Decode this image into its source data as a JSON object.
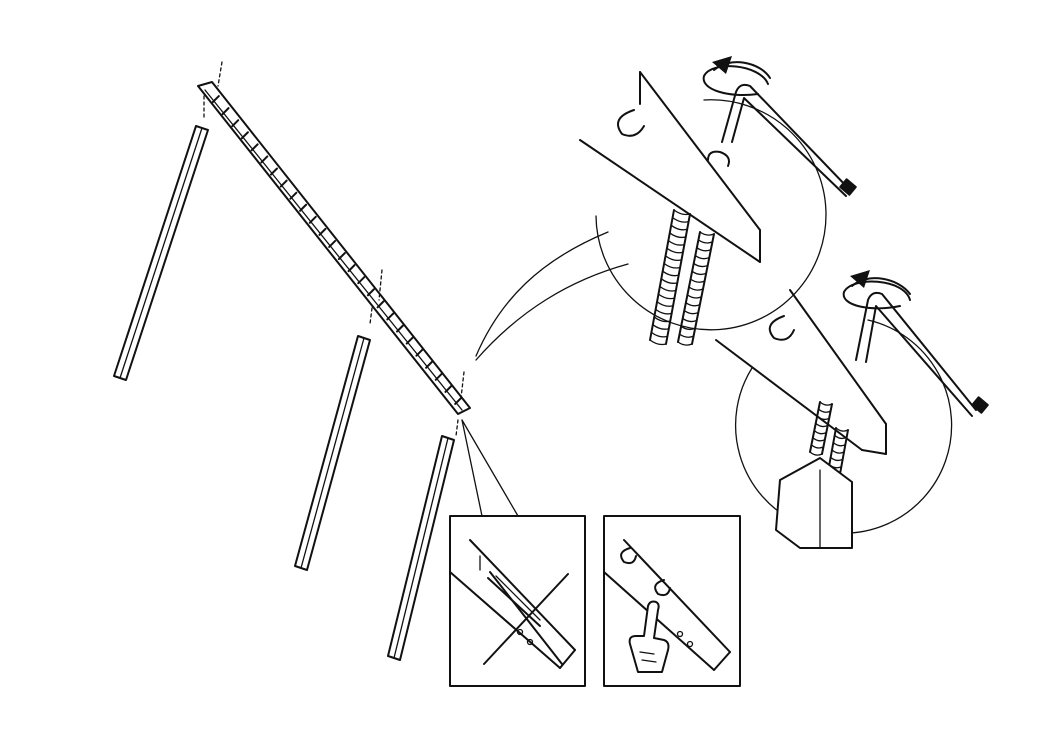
{
  "diagram": {
    "kind": "assembly-instruction",
    "line_color": "#111111",
    "background": "#ffffff",
    "elements": [
      "rail-with-slots",
      "left-upright",
      "middle-upright",
      "right-upright",
      "detail-circle-hook-insert",
      "detail-circle-hook-seated",
      "panel-incorrect",
      "panel-correct"
    ],
    "icons": [
      "rotate-arrow-icon",
      "rotate-arrow-icon",
      "cross-mark-icon",
      "pointing-hand-icon"
    ]
  }
}
